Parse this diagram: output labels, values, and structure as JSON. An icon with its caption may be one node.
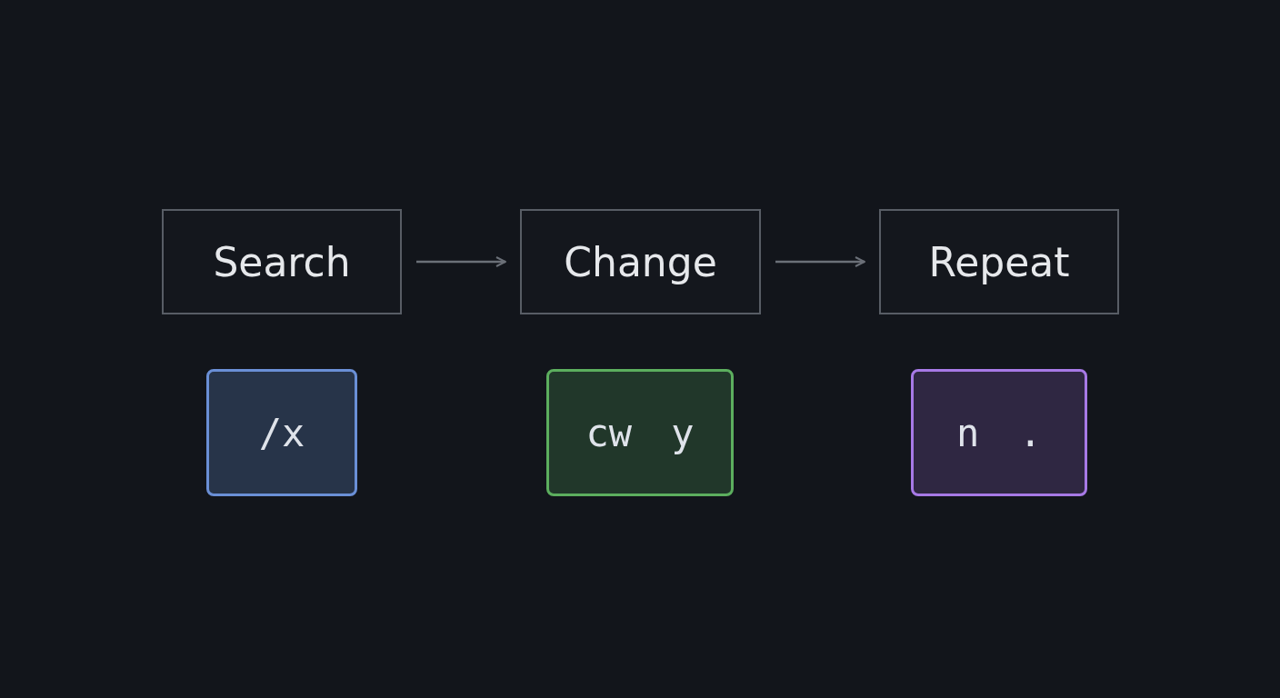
{
  "diagram": {
    "nodes": [
      {
        "text": [
          "Search"
        ]
      },
      {
        "text": [
          "Change"
        ]
      },
      {
        "text": [
          "Repeat"
        ]
      },
      {
        "text": [
          "/x"
        ]
      },
      {
        "text": [
          "cw y"
        ]
      },
      {
        "text": [
          "n ."
        ]
      }
    ],
    "edges": [
      {
        "from": 0,
        "to": 1,
        "arrow": "to"
      },
      {
        "from": 1,
        "to": 2,
        "arrow": "to"
      }
    ]
  }
}
